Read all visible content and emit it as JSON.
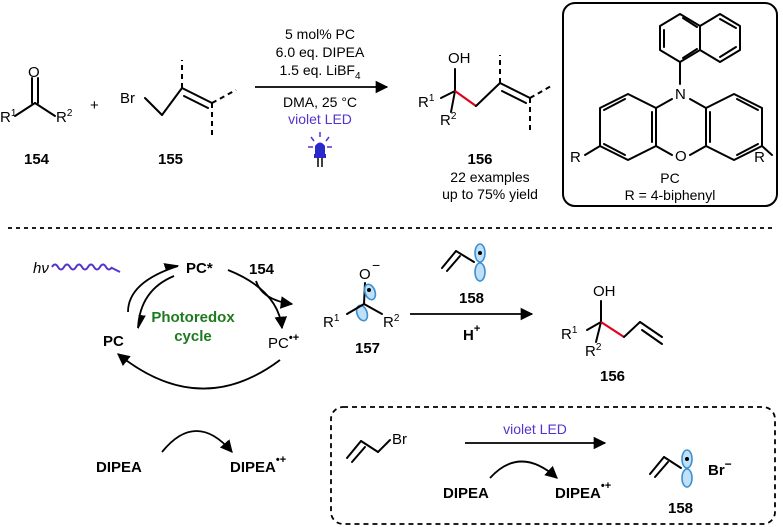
{
  "top_reaction": {
    "ketone": {
      "label": "154",
      "O": "O",
      "R1": "R",
      "R1_sup": "1",
      "R2": "R",
      "R2_sup": "2"
    },
    "plus": "+",
    "allyl": {
      "label": "155",
      "Br": "Br"
    },
    "conditions": {
      "line1": "5 mol% PC",
      "line2": "6.0 eq. DIPEA",
      "line3": "1.5 eq. LiBF",
      "line3_sub": "4",
      "line4": "DMA, 25 °C",
      "line5": "violet LED"
    },
    "product": {
      "label": "156",
      "OH": "OH",
      "R1": "R",
      "R1_sup": "1",
      "R2": "R",
      "R2_sup": "2",
      "line1": "22 examples",
      "line2": "up to 75% yield"
    },
    "catalyst": {
      "O": "O",
      "N": "N",
      "R_left": "R",
      "R_right": "R",
      "name": "PC",
      "definition": "R = 4-biphenyl"
    }
  },
  "mechanism": {
    "hv": "hν",
    "pc_star": "PC*",
    "pc": "PC",
    "pc_radical_cation": "PC",
    "pc_radical_cation_sup": "•+",
    "cycle_label_1": "Photoredox",
    "cycle_label_2": "cycle",
    "substrate": "154",
    "dipea": "DIPEA",
    "dipea_radical_cation": "DIPEA",
    "dipea_radical_cation_sup": "•+",
    "intermediate": {
      "label": "157",
      "O": "O",
      "charge": "−",
      "R1": "R",
      "R1_sup": "1",
      "R2": "R",
      "R2_sup": "2"
    },
    "radical_label": "158",
    "proton": "H",
    "proton_sup": "+",
    "product": {
      "label": "156",
      "OH": "OH",
      "R1": "R",
      "R1_sup": "1",
      "R2": "R",
      "R2_sup": "2"
    }
  },
  "inset": {
    "Br": "Br",
    "condition": "violet LED",
    "dipea": "DIPEA",
    "dipea_radical_cation": "DIPEA",
    "dipea_radical_cation_sup": "•+",
    "radical_label": "158",
    "bromide": "Br",
    "bromide_sup": "−"
  },
  "colors": {
    "bond": "#000000",
    "new_bond": "#e0001b",
    "led": "#5533cc",
    "orbital": "#3d8fd0",
    "cycle_label": "#1e7a1e"
  }
}
